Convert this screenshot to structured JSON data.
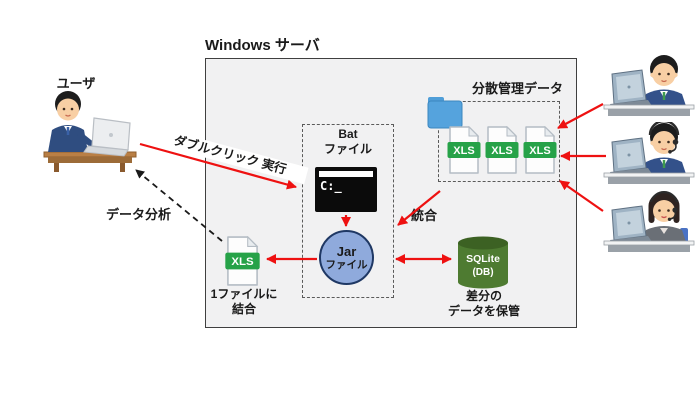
{
  "title": "Windows サーバ",
  "user": {
    "label": "ユーザ"
  },
  "flow_labels": {
    "double_click": "ダブルクリック 実行",
    "data_analysis": "データ分析",
    "integration": "統合"
  },
  "bat_file": {
    "name_line1": "Bat",
    "name_line2": "ファイル",
    "terminal_prompt": "C:_"
  },
  "jar_file": {
    "name_line1": "Jar",
    "name_line2": "ファイル"
  },
  "distributed_data": {
    "title": "分散管理データ",
    "files": [
      {
        "label": "XLS"
      },
      {
        "label": "XLS"
      },
      {
        "label": "XLS"
      }
    ]
  },
  "merged_file": {
    "label": "XLS",
    "caption_line1": "1ファイルに",
    "caption_line2": "結合"
  },
  "database": {
    "name": "SQLite",
    "type": "(DB)",
    "caption_line1": "差分の",
    "caption_line2": "データを保管"
  },
  "colors": {
    "arrow_red": "#ee1111",
    "jar_blue": "#8faadc",
    "xls_green": "#26a248",
    "folder_blue": "#4f9ed8",
    "db_green": "#4e7b31",
    "server_bg": "#f1f1f2"
  }
}
